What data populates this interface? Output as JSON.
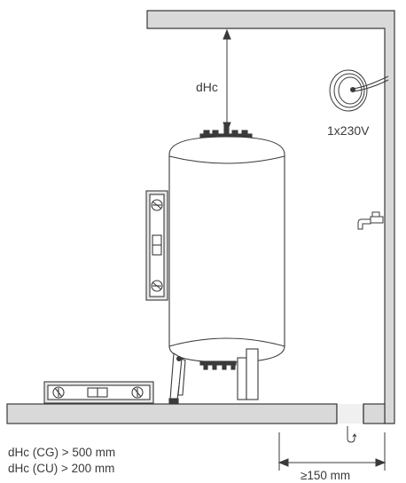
{
  "labels": {
    "clearance": "dHc",
    "power": "1x230V",
    "min_distance": "≥150 mm"
  },
  "notes": [
    "dHc (CG) > 500 mm",
    "dHc (CU) > 200 mm"
  ],
  "colors": {
    "wall_fill": "#d9d9d9",
    "stroke": "#3a3a3a",
    "drain_fill": "#f0f0f0"
  },
  "icons": [
    "spirit-level-icon",
    "power-cable-icon",
    "water-tap-icon",
    "drain-icon",
    "dimension-arrow-icon"
  ]
}
